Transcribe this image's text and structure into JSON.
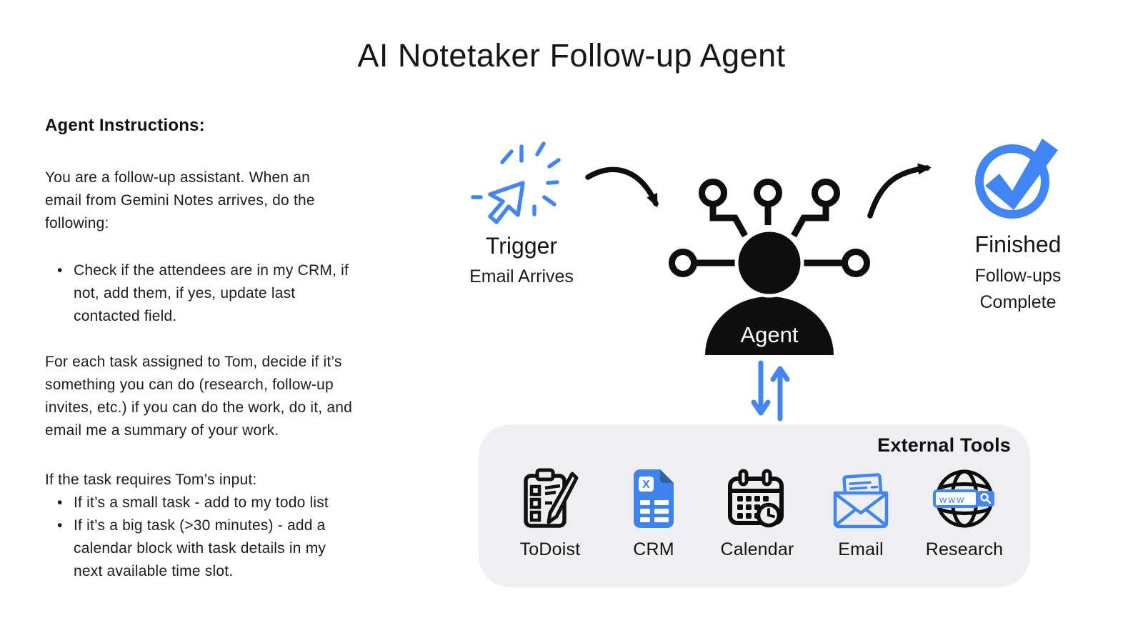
{
  "title": "AI Notetaker Follow-up Agent",
  "instructions": {
    "heading": "Agent Instructions:",
    "intro": "You are a follow-up assistant. When an\nemail from Gemini Notes arrives, do the\nfollowing:",
    "bullet_crm": "Check if the attendees are in my CRM, if\nnot, add them, if yes, update last\ncontacted field.",
    "para_tasks": "For each task assigned to Tom, decide if it’s\nsomething you can do (research, follow-up\ninvites, etc.) if you can do the work, do it, and\nemail me a summary of your work.",
    "para_input": "If the task requires Tom’s input:",
    "bullet_small": "If it’s a small task - add to my todo list",
    "bullet_big": "If it’s a big task (>30 minutes) - add a\ncalendar block with task details in my\nnext available time slot."
  },
  "flow": {
    "trigger": {
      "title": "Trigger",
      "subtitle": "Email Arrives"
    },
    "agent": {
      "label": "Agent"
    },
    "finished": {
      "title": "Finished",
      "subtitle": "Follow-ups\nComplete"
    }
  },
  "external_tools": {
    "heading": "External Tools",
    "crm_x_label": "X",
    "www_label": "www",
    "tools": [
      {
        "name": "ToDoist"
      },
      {
        "name": "CRM"
      },
      {
        "name": "Calendar"
      },
      {
        "name": "Email"
      },
      {
        "name": "Research"
      }
    ]
  },
  "colors": {
    "accent_blue": "#4285F4",
    "crm_fold": "#35629E",
    "box_bg": "#EFEFF1",
    "ink": "#0E0E0E"
  }
}
